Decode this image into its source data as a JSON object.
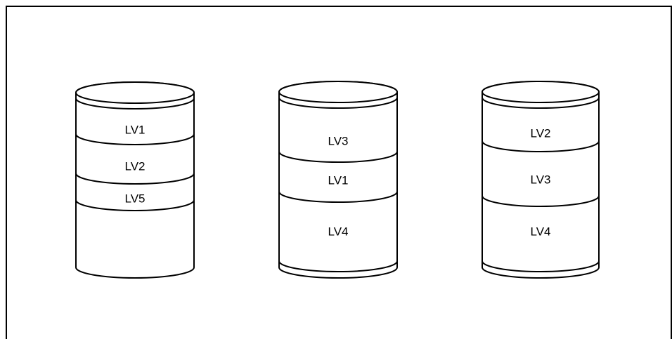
{
  "diagram": {
    "disks": [
      {
        "id": "disk-1",
        "volumes": [
          "LV1",
          "LV2",
          "LV5"
        ]
      },
      {
        "id": "disk-2",
        "volumes": [
          "LV3",
          "LV1",
          "LV4"
        ]
      },
      {
        "id": "disk-3",
        "volumes": [
          "LV2",
          "LV3",
          "LV4"
        ]
      }
    ]
  }
}
